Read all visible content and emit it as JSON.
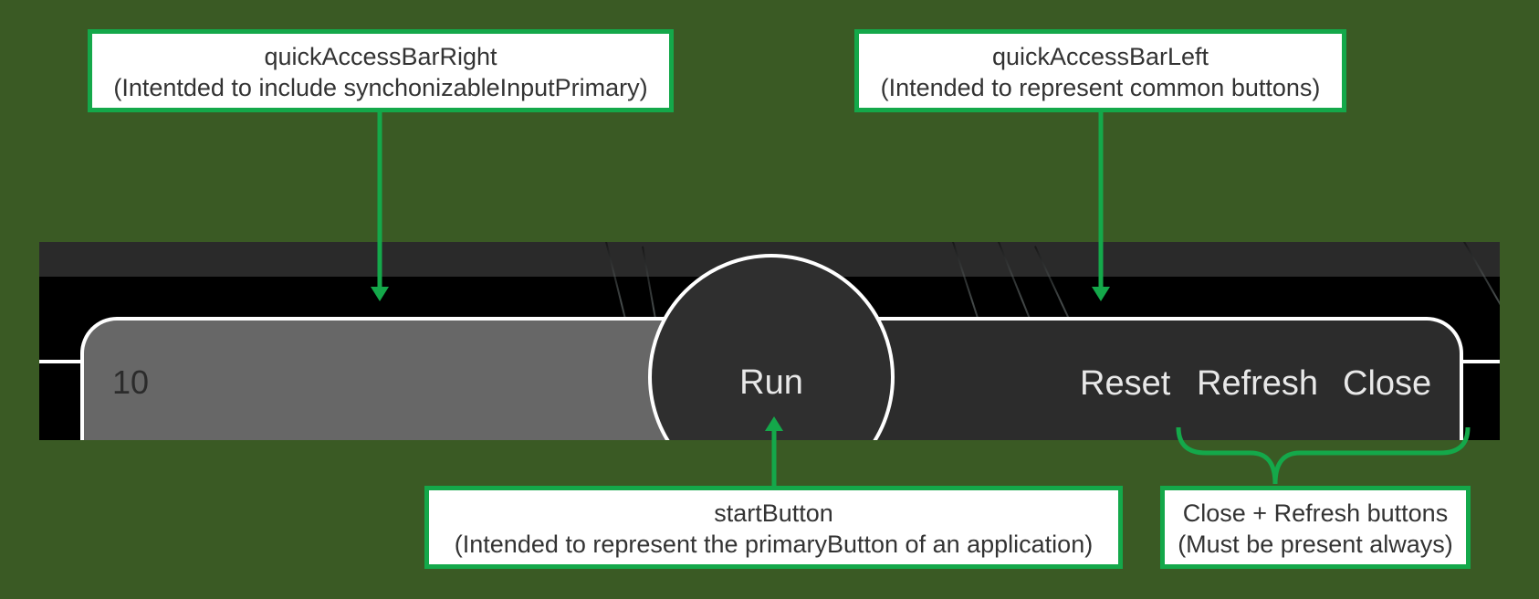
{
  "annotations": {
    "quick_access_bar_right": {
      "title": "quickAccessBarRight",
      "note": "(Intentded to include synchonizableInputPrimary)"
    },
    "quick_access_bar_left": {
      "title": "quickAccessBarLeft",
      "note": "(Intended to represent common buttons)"
    },
    "start_button": {
      "title": "startButton",
      "note": "(Intended to represent the primaryButton of an application)"
    },
    "close_refresh": {
      "title": "Close + Refresh buttons",
      "note": "(Must be present always)"
    }
  },
  "ui": {
    "input_value": "10",
    "start_label": "Run",
    "buttons": {
      "reset": "Reset",
      "refresh": "Refresh",
      "close": "Close"
    }
  },
  "colors": {
    "background": "#3a5a24",
    "accent": "#14a84a",
    "bar_right": "#676767",
    "bar_left": "#2c2c2c",
    "start_button": "#2f2f2f"
  }
}
